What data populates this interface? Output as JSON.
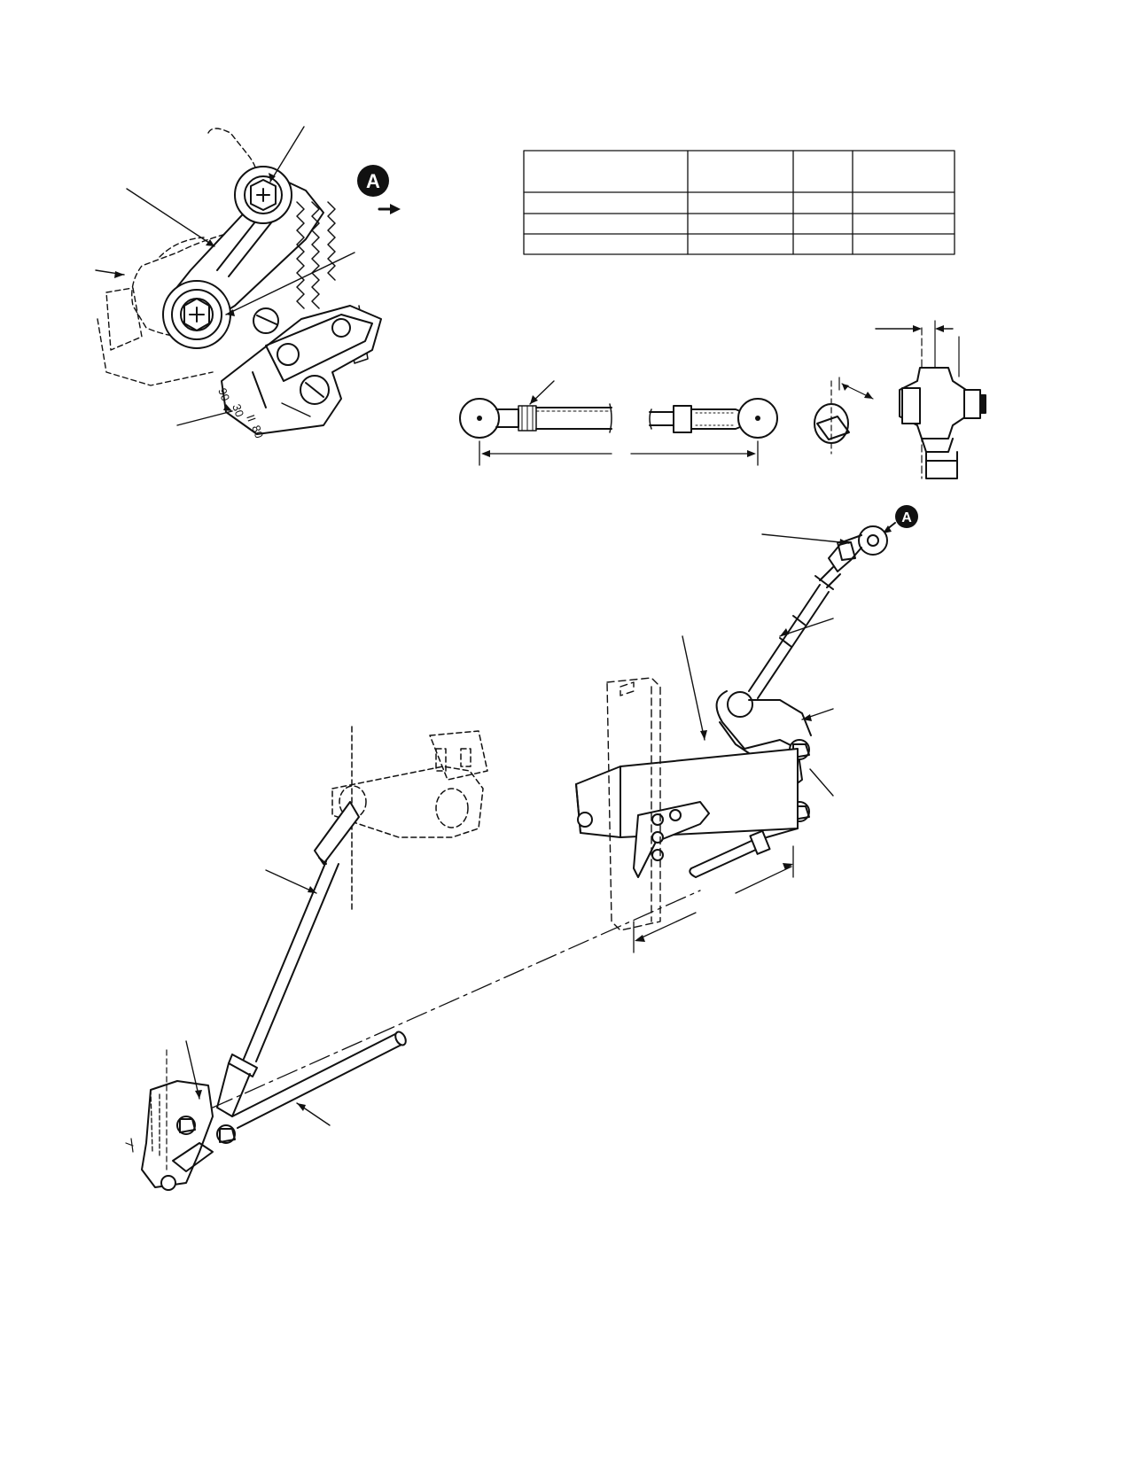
{
  "view_callout": {
    "letter": "A"
  },
  "detail_callout": {
    "letter": "A"
  },
  "quadrant_marks": [
    "90",
    "30",
    "II",
    "80"
  ],
  "spec_table": {
    "rows": [
      [
        "",
        "",
        "",
        ""
      ],
      [
        "",
        "",
        "",
        ""
      ],
      [
        "",
        "",
        "",
        ""
      ],
      [
        "",
        "",
        "",
        ""
      ]
    ]
  }
}
